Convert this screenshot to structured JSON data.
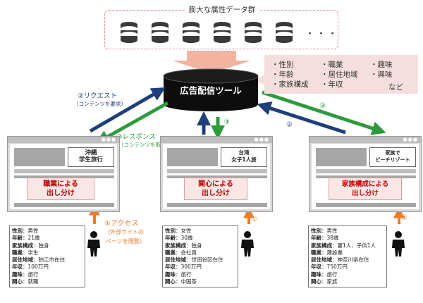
{
  "data_group": {
    "title": "膨大な属性データ群",
    "ellipsis": "・・・"
  },
  "attributes": {
    "items": [
      "・性別",
      "・職業",
      "・趣味",
      "・年齢",
      "・居住地域",
      "・興味",
      "・家族構成",
      "・年収",
      "など"
    ]
  },
  "ad_tool": {
    "label": "広告配信ツール"
  },
  "flow": {
    "request": "②リクエスト",
    "request_sub": "（コンテンツを要求）",
    "response": "③レスポンス",
    "response_sub": "（コンテンツを取得）",
    "access": "①アクセス",
    "access_sub_1": "（外部サイトの",
    "access_sub_2": "ページを閲覧）",
    "num_1": "①",
    "num_2": "②",
    "num_3": "③"
  },
  "panels": [
    {
      "ad_lines": [
        "沖縄",
        "学生旅行"
      ],
      "banner_lines": [
        "職業による",
        "出し分け"
      ],
      "profile": [
        {
          "k": "性別",
          "v": "：男性"
        },
        {
          "k": "年齢",
          "v": "：21歳"
        },
        {
          "k": "家族構成",
          "v": "：独身"
        },
        {
          "k": "職業",
          "v": "：学生"
        },
        {
          "k": "居住地域",
          "v": "：狛江市在住"
        },
        {
          "k": "年収",
          "v": "：100万円"
        },
        {
          "k": "趣味",
          "v": "：旅行"
        },
        {
          "k": "関心",
          "v": "：就職"
        }
      ]
    },
    {
      "ad_lines": [
        "台湾",
        "女子1人旅"
      ],
      "banner_lines": [
        "関心による",
        "出し分け"
      ],
      "profile": [
        {
          "k": "性別",
          "v": "：女性"
        },
        {
          "k": "年齢",
          "v": "：30歳"
        },
        {
          "k": "家族構成",
          "v": "：独身"
        },
        {
          "k": "職業",
          "v": "：会社員"
        },
        {
          "k": "居住地域",
          "v": "：世田谷区在住"
        },
        {
          "k": "年収",
          "v": "：300万円"
        },
        {
          "k": "趣味",
          "v": "：旅行"
        },
        {
          "k": "関心",
          "v": "：中国茶"
        }
      ]
    },
    {
      "ad_lines": [
        "家族で",
        "ビーチリゾート"
      ],
      "banner_lines": [
        "家族構成による",
        "出し分け"
      ],
      "profile": [
        {
          "k": "性別",
          "v": "：男性"
        },
        {
          "k": "年齢",
          "v": "：38歳"
        },
        {
          "k": "家族構成",
          "v": "：妻1人、子供1人"
        },
        {
          "k": "職業",
          "v": "：建設業"
        },
        {
          "k": "居住地域",
          "v": "：神奈川県在住"
        },
        {
          "k": "年収",
          "v": "：750万円"
        },
        {
          "k": "趣味",
          "v": "：旅行"
        },
        {
          "k": "関心",
          "v": "：家族"
        }
      ]
    }
  ],
  "icons": {
    "database": "database-icon",
    "person": "person-icon",
    "browser": "browser-window-icon"
  },
  "colors": {
    "request_arrow": "#1f3f7a",
    "response_arrow": "#2e9a3e",
    "access_arrow": "#e97d2c",
    "banner_text": "#c00000",
    "attributes_bg": "#f7dede",
    "data_border": "#e58a8a",
    "funnel_arrow": "#f2b3a1"
  }
}
